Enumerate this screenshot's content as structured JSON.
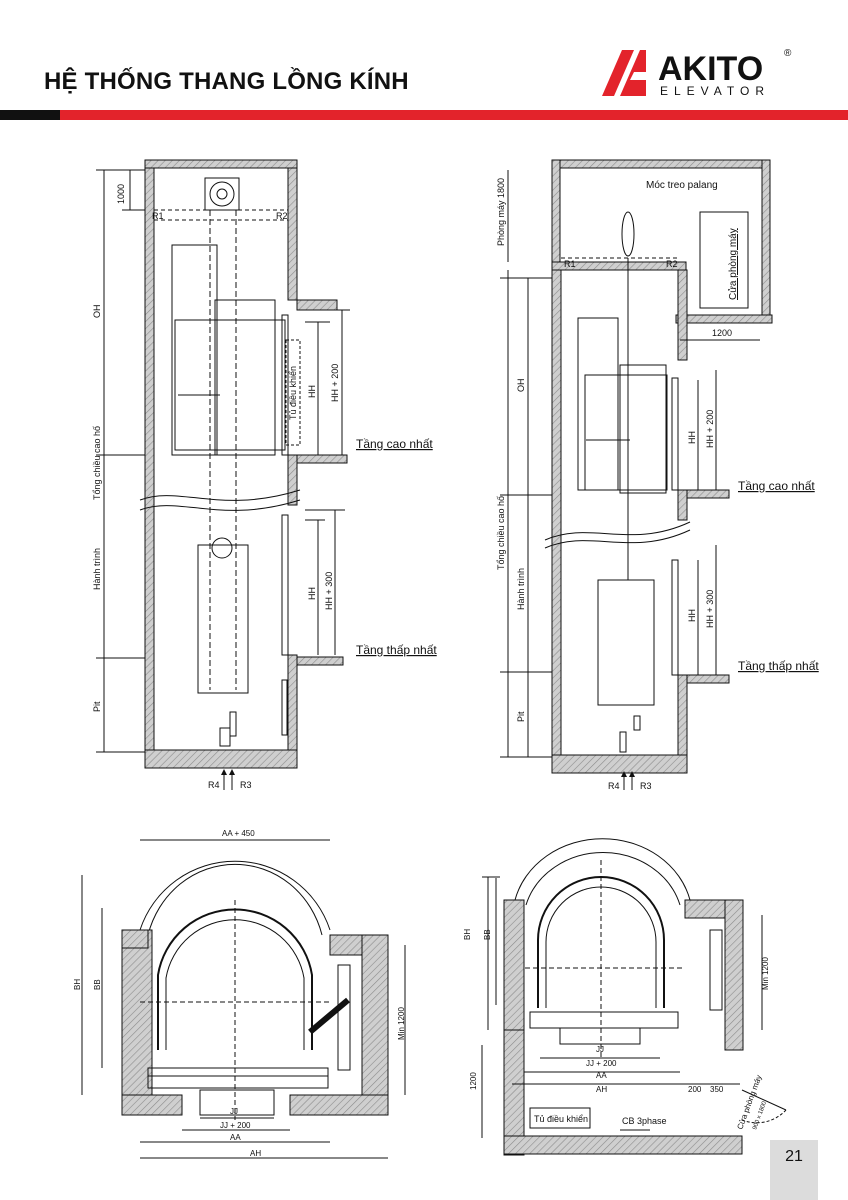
{
  "header": {
    "title": "HỆ THỐNG THANG LỒNG KÍNH",
    "logo_word": "AKITO",
    "logo_sub": "ELEVATOR",
    "logo_reg": "®"
  },
  "colors": {
    "accent": "#e3232b",
    "dark": "#111111",
    "hatch": "#9a9a9a"
  },
  "left_section": {
    "dim_1000": "1000",
    "dim_oh": "OH",
    "dim_total": "Tổng chiều cao hố",
    "dim_travel": "Hành trình",
    "dim_pit": "Pit",
    "r1": "R1",
    "r2": "R2",
    "r3": "R3",
    "r4": "R4",
    "control_cabinet": "Tủ điều khiển",
    "hh": "HH",
    "hh200": "HH + 200",
    "hh300": "HH + 300",
    "top_floor": "Tầng cao nhất",
    "bottom_floor": "Tầng thấp nhất"
  },
  "right_section": {
    "machine_room": "Phòng máy 1800",
    "hook": "Móc treo palang",
    "machine_door": "Cửa phòng máy",
    "dim_1200": "1200",
    "dim_oh": "OH",
    "dim_total": "Tổng chiều cao hố",
    "dim_travel": "Hành trình",
    "dim_pit": "Pit",
    "r1": "R1",
    "r2": "R2",
    "r3": "R3",
    "r4": "R4",
    "hh": "HH",
    "hh200": "HH + 200",
    "hh300": "HH + 300",
    "top_floor": "Tầng cao nhất",
    "bottom_floor": "Tầng thấp nhất"
  },
  "left_plan": {
    "aa450": "AA + 450",
    "bh": "BH",
    "bb": "BB",
    "min1200": "Min 1200",
    "jj": "JJ",
    "jj200": "JJ + 200",
    "aa": "AA",
    "ah": "AH"
  },
  "right_plan": {
    "bh": "BH",
    "bb": "BB",
    "min1200": "Min 1200",
    "jj": "JJ",
    "jj200": "JJ + 200",
    "aa": "AA",
    "ah": "AH",
    "d200": "200",
    "d350": "350",
    "d1200": "1200",
    "control_cabinet": "Tủ điều khiển",
    "cb": "CB 3phase",
    "door": "Cửa phòng máy",
    "door_size": "900 x 1800"
  },
  "page_number": "21"
}
